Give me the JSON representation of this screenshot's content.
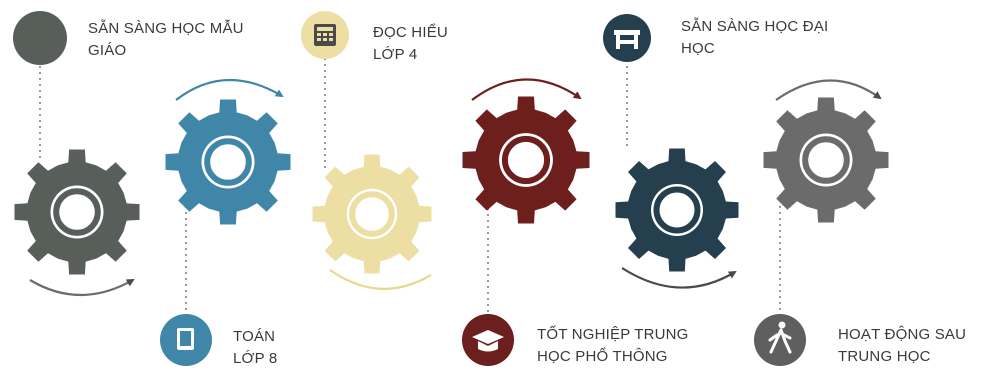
{
  "colors": {
    "gray_dark": "#585f5b",
    "blue": "#3f86a8",
    "yellow": "#eddfa4",
    "red": "#6d1f1d",
    "navy": "#253f4f",
    "gray_mid": "#6b6b6b",
    "text": "#3a3a3a",
    "dots": "#9a9a9a"
  },
  "steps": [
    {
      "id": "kindergarten",
      "line1": "SẴN SÀNG HỌC MẪU",
      "line2": "GIÁO",
      "icon": "none",
      "color": "#585f5b"
    },
    {
      "id": "math8",
      "line1": "TOÁN",
      "line2": "LỚP 8",
      "icon": "book-icon",
      "color": "#3f86a8"
    },
    {
      "id": "reading4",
      "line1": "ĐỌC HIỂU",
      "line2": "LỚP 4",
      "icon": "calculator-icon",
      "color": "#eddfa4"
    },
    {
      "id": "hs-grad",
      "line1": "TỐT NGHIỆP TRUNG",
      "line2": "HỌC PHỔ THÔNG",
      "icon": "graduation-cap-icon",
      "color": "#6d1f1d"
    },
    {
      "id": "college",
      "line1": "SẴN SÀNG HỌC ĐẠI",
      "line2": "HỌC",
      "icon": "desk-icon",
      "color": "#253f4f"
    },
    {
      "id": "post-hs",
      "line1": "HOẠT ĐỘNG SAU",
      "line2": "TRUNG HỌC",
      "icon": "walking-person-icon",
      "color": "#6b6b6b"
    }
  ]
}
